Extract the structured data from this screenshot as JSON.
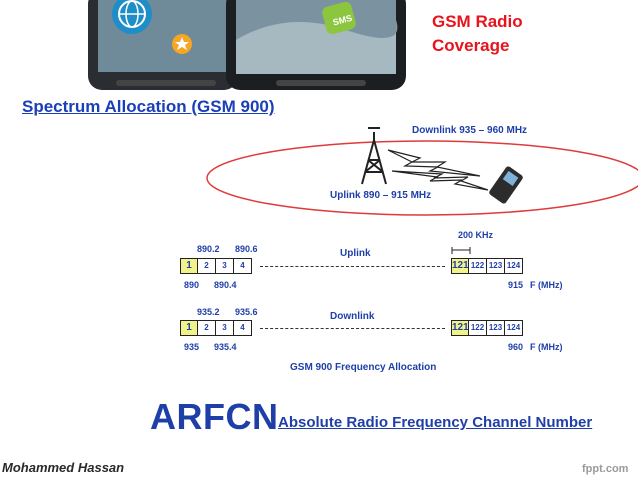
{
  "header": {
    "title_line1": "GSM Radio",
    "title_line2": "Coverage",
    "subtitle": "Spectrum Allocation (GSM 900)"
  },
  "phone_icons": {
    "globe_icon": "globe-icon",
    "sms_label": "SMS"
  },
  "coverage": {
    "downlink": "Downlink 935 – 960 MHz",
    "uplink": "Uplink 890 – 915 MHz"
  },
  "spacing": "200 KHz",
  "uplink_band": {
    "label": "Uplink",
    "top_left": "890.2",
    "top_right": "890.6",
    "channels_low": [
      "1",
      "2",
      "3",
      "4"
    ],
    "channels_high": [
      "121",
      "122",
      "123",
      "124"
    ],
    "bottom_start": "890",
    "bottom_mid": "890.4",
    "bottom_end": "915",
    "unit": "F (MHz)"
  },
  "downlink_band": {
    "label": "Downlink",
    "top_left": "935.2",
    "top_right": "935.6",
    "channels_low": [
      "1",
      "2",
      "3",
      "4"
    ],
    "channels_high": [
      "121",
      "122",
      "123",
      "124"
    ],
    "bottom_start": "935",
    "bottom_mid": "935.4",
    "bottom_end": "960",
    "unit": "F (MHz)"
  },
  "caption": "GSM 900 Frequency Allocation",
  "arfcn": {
    "acronym": "ARFCN",
    "definition": "Absolute Radio Frequency Channel Number"
  },
  "footer": {
    "author": "Mohammed Hassan",
    "brand": "fppt.com"
  },
  "colors": {
    "title_red": "#e8131b",
    "text_blue": "#1f3fa8",
    "ellipse_red": "#e03a3a",
    "highlight_yellow": "#f2f28a"
  }
}
